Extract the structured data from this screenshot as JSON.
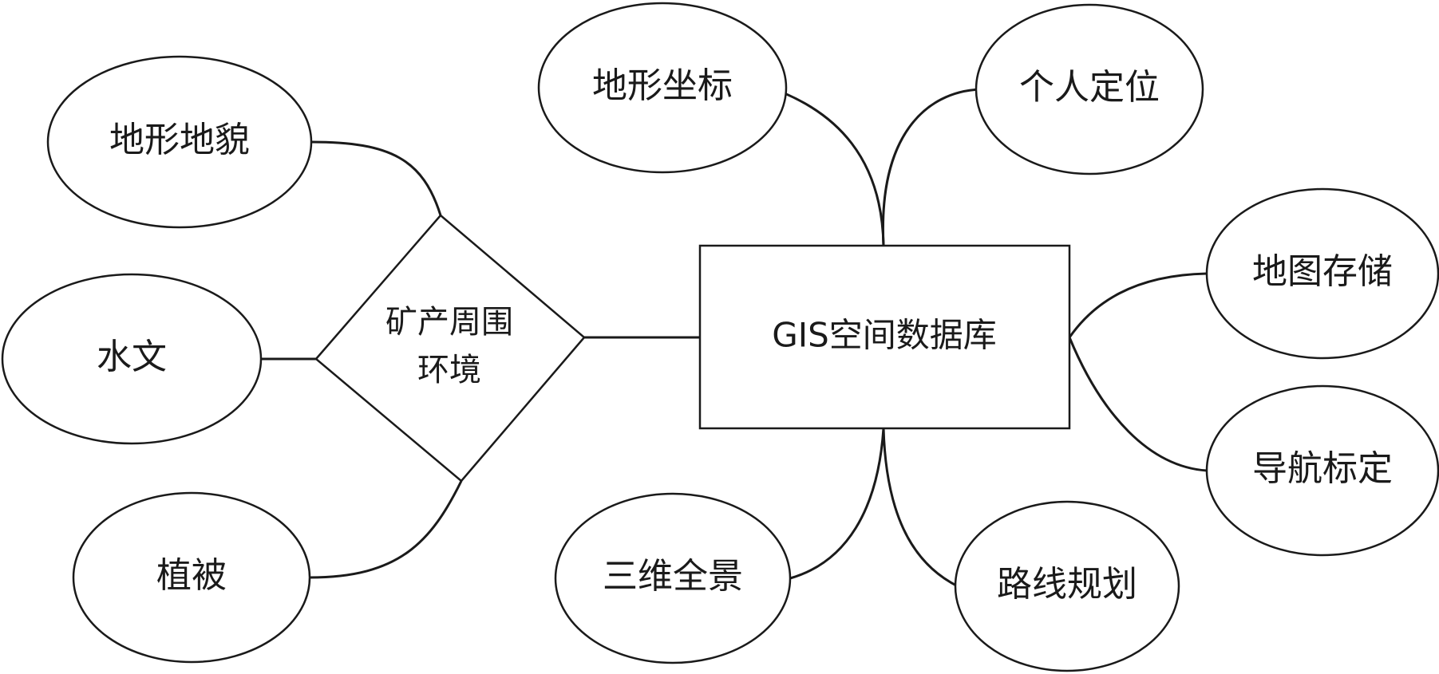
{
  "center": {
    "label": "GIS空间数据库"
  },
  "environment": {
    "line1": "矿产周围",
    "line2": "环境"
  },
  "environment_factors": [
    "地形地貌",
    "水文",
    "植被"
  ],
  "functions": {
    "top_left": "地形坐标",
    "top_right": "个人定位",
    "right_top": "地图存储",
    "right_bottom": "导航标定",
    "bottom_left": "三维全景",
    "bottom_right": "路线规划"
  },
  "colors": {
    "stroke": "#1a1a1a",
    "fill": "#ffffff",
    "text": "#1a1a1a"
  }
}
